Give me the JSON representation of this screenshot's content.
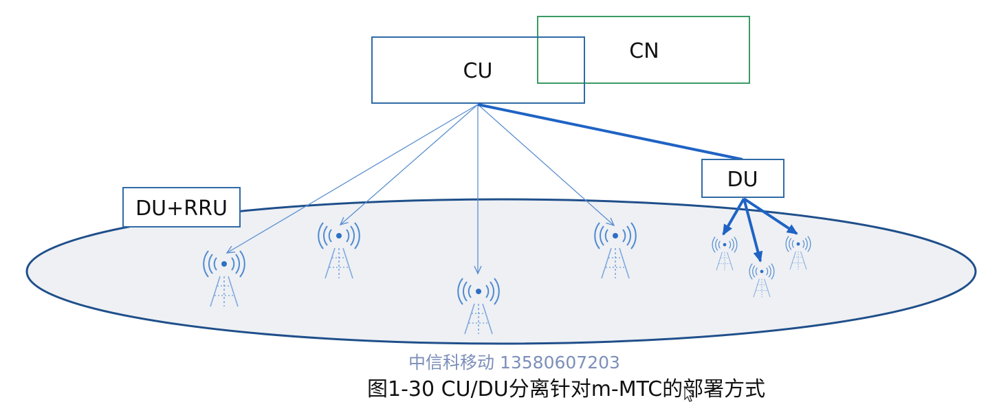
{
  "nodes": {
    "cu": "CU",
    "cn": "CN",
    "du": "DU",
    "du_rru": "DU+RRU"
  },
  "watermark": "中信科移动 13580607203",
  "caption": "图1-30 CU/DU分离针对m-MTC的部署方式",
  "icons": {
    "base_station": "base-station-icon",
    "cursor": "mouse-cursor-icon"
  },
  "colors": {
    "box_blue": "#2e6aa6",
    "box_green": "#3a9a62",
    "link_blue": "#1f63c4",
    "thin_link_blue": "#5b8fd0",
    "area_fill": "#eef0f4",
    "area_stroke": "#1f4f8a",
    "tower_blue": "#4f8ad0"
  }
}
